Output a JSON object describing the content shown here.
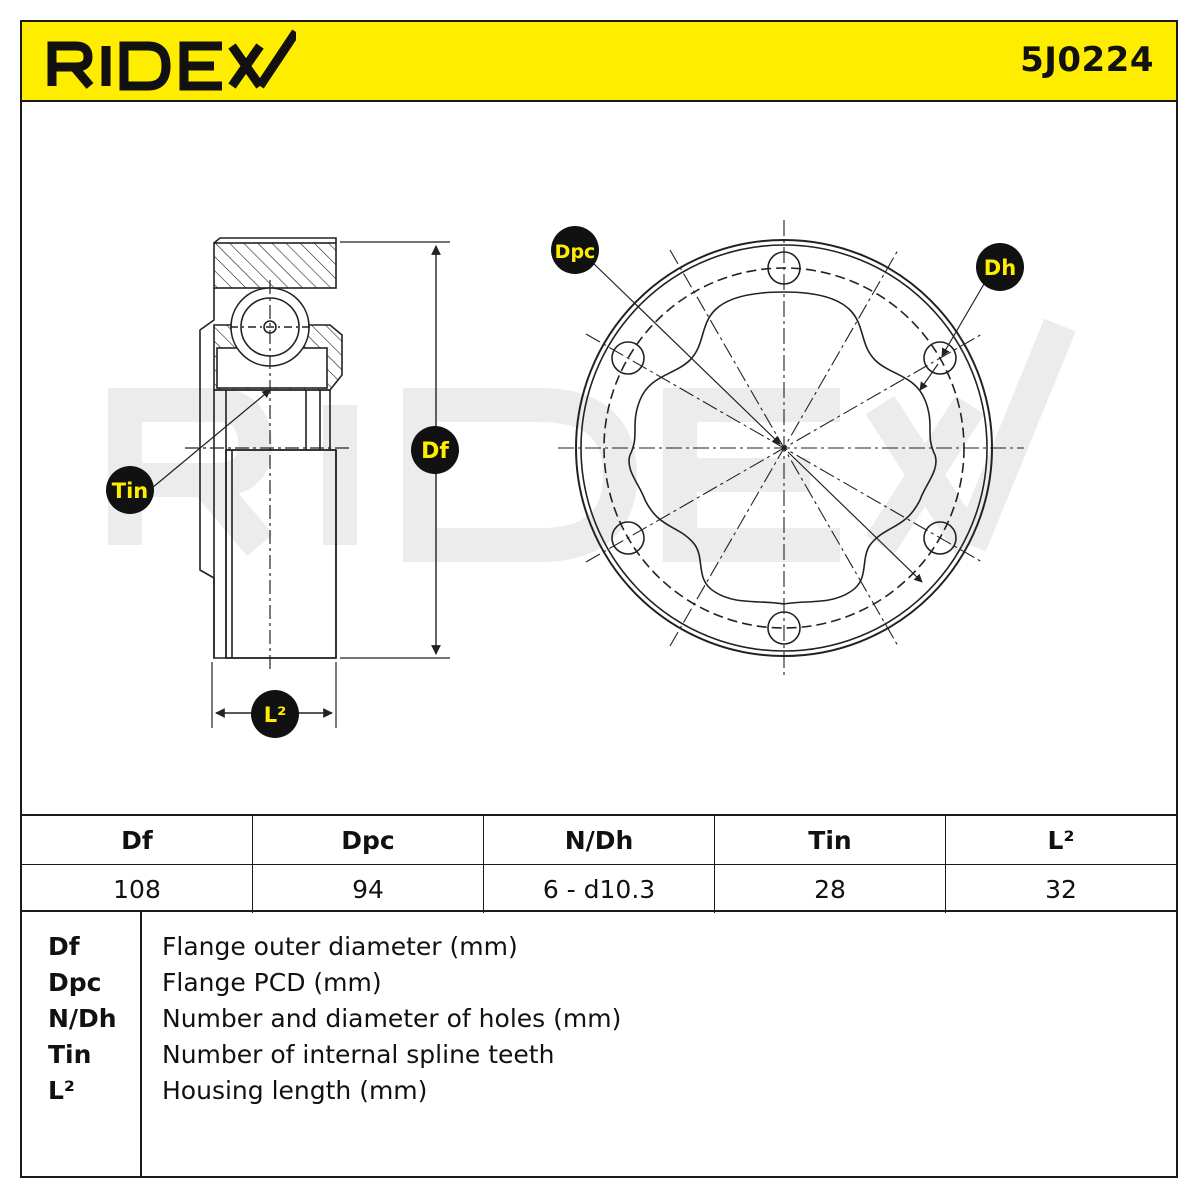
{
  "brand": {
    "name": "RIDEX",
    "color": "#ffed00"
  },
  "part_number": "5J0224",
  "callouts": {
    "tin": "Tin",
    "df": "Df",
    "l2": "L²",
    "dpc": "Dpc",
    "dh": "Dh"
  },
  "specs": {
    "headers": [
      "Df",
      "Dpc",
      "N/Dh",
      "Tin",
      "L²"
    ],
    "values": [
      "108",
      "94",
      "6 - d10.3",
      "28",
      "32"
    ]
  },
  "legend": [
    {
      "code": "Df",
      "desc": "Flange outer diameter (mm)"
    },
    {
      "code": "Dpc",
      "desc": "Flange PCD (mm)"
    },
    {
      "code": "N/Dh",
      "desc": "Number and diameter of holes (mm)"
    },
    {
      "code": "Tin",
      "desc": "Number of internal spline teeth"
    },
    {
      "code": "L²",
      "desc": "Housing length (mm)"
    }
  ]
}
